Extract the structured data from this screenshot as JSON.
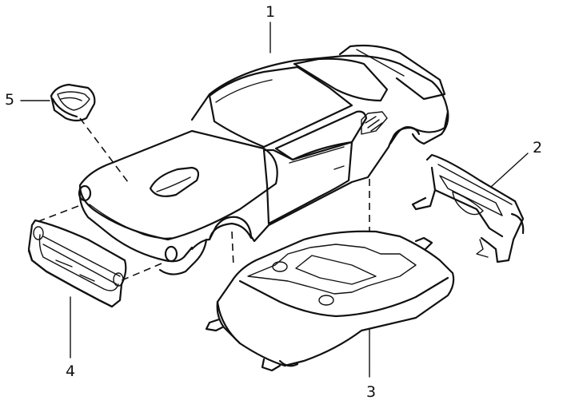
{
  "callouts": {
    "c1": "1",
    "c2": "2",
    "c3": "3",
    "c4": "4",
    "c5": "5"
  },
  "colors": {
    "ink": "#111111",
    "background": "#ffffff"
  }
}
